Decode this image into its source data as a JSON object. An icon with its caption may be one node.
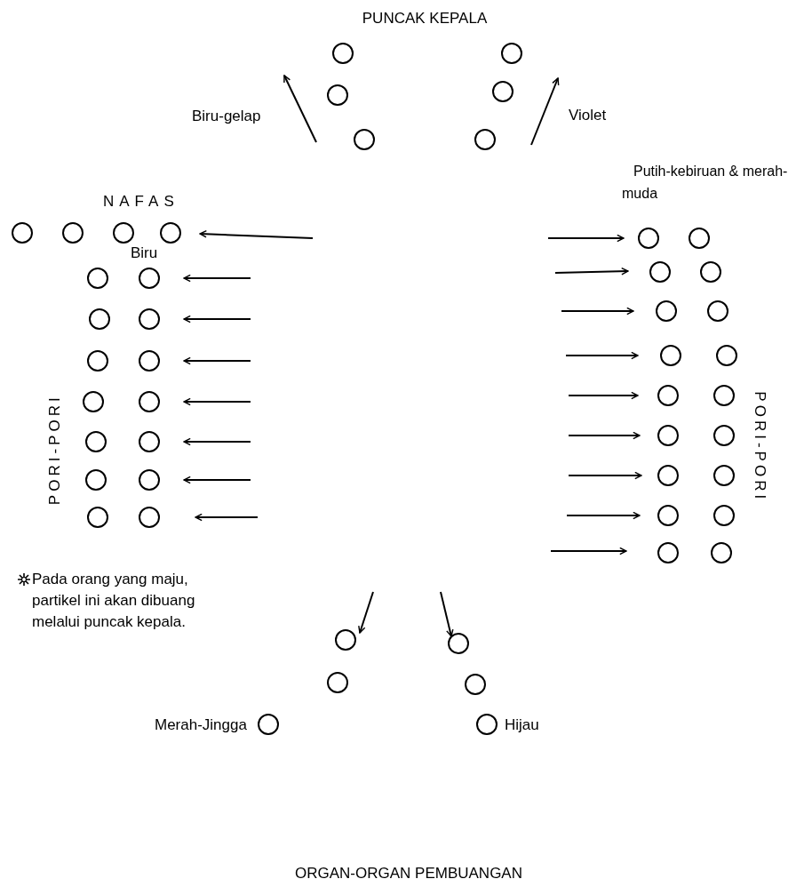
{
  "diagram": {
    "labels": [
      "PUNCAK KEPALA",
      "Biru-gelap",
      "Violet",
      "Putih-kebiruan & merah-muda",
      "NAFAS",
      "Biru",
      "PORI-PORI",
      "PORI-PORI",
      "Pada orang yang maju, partikel ini akan dibuang melalui puncak kepala.",
      "Merah-Jingga",
      "Hijau",
      "ORGAN-ORGAN PEMBUANGAN"
    ]
  }
}
